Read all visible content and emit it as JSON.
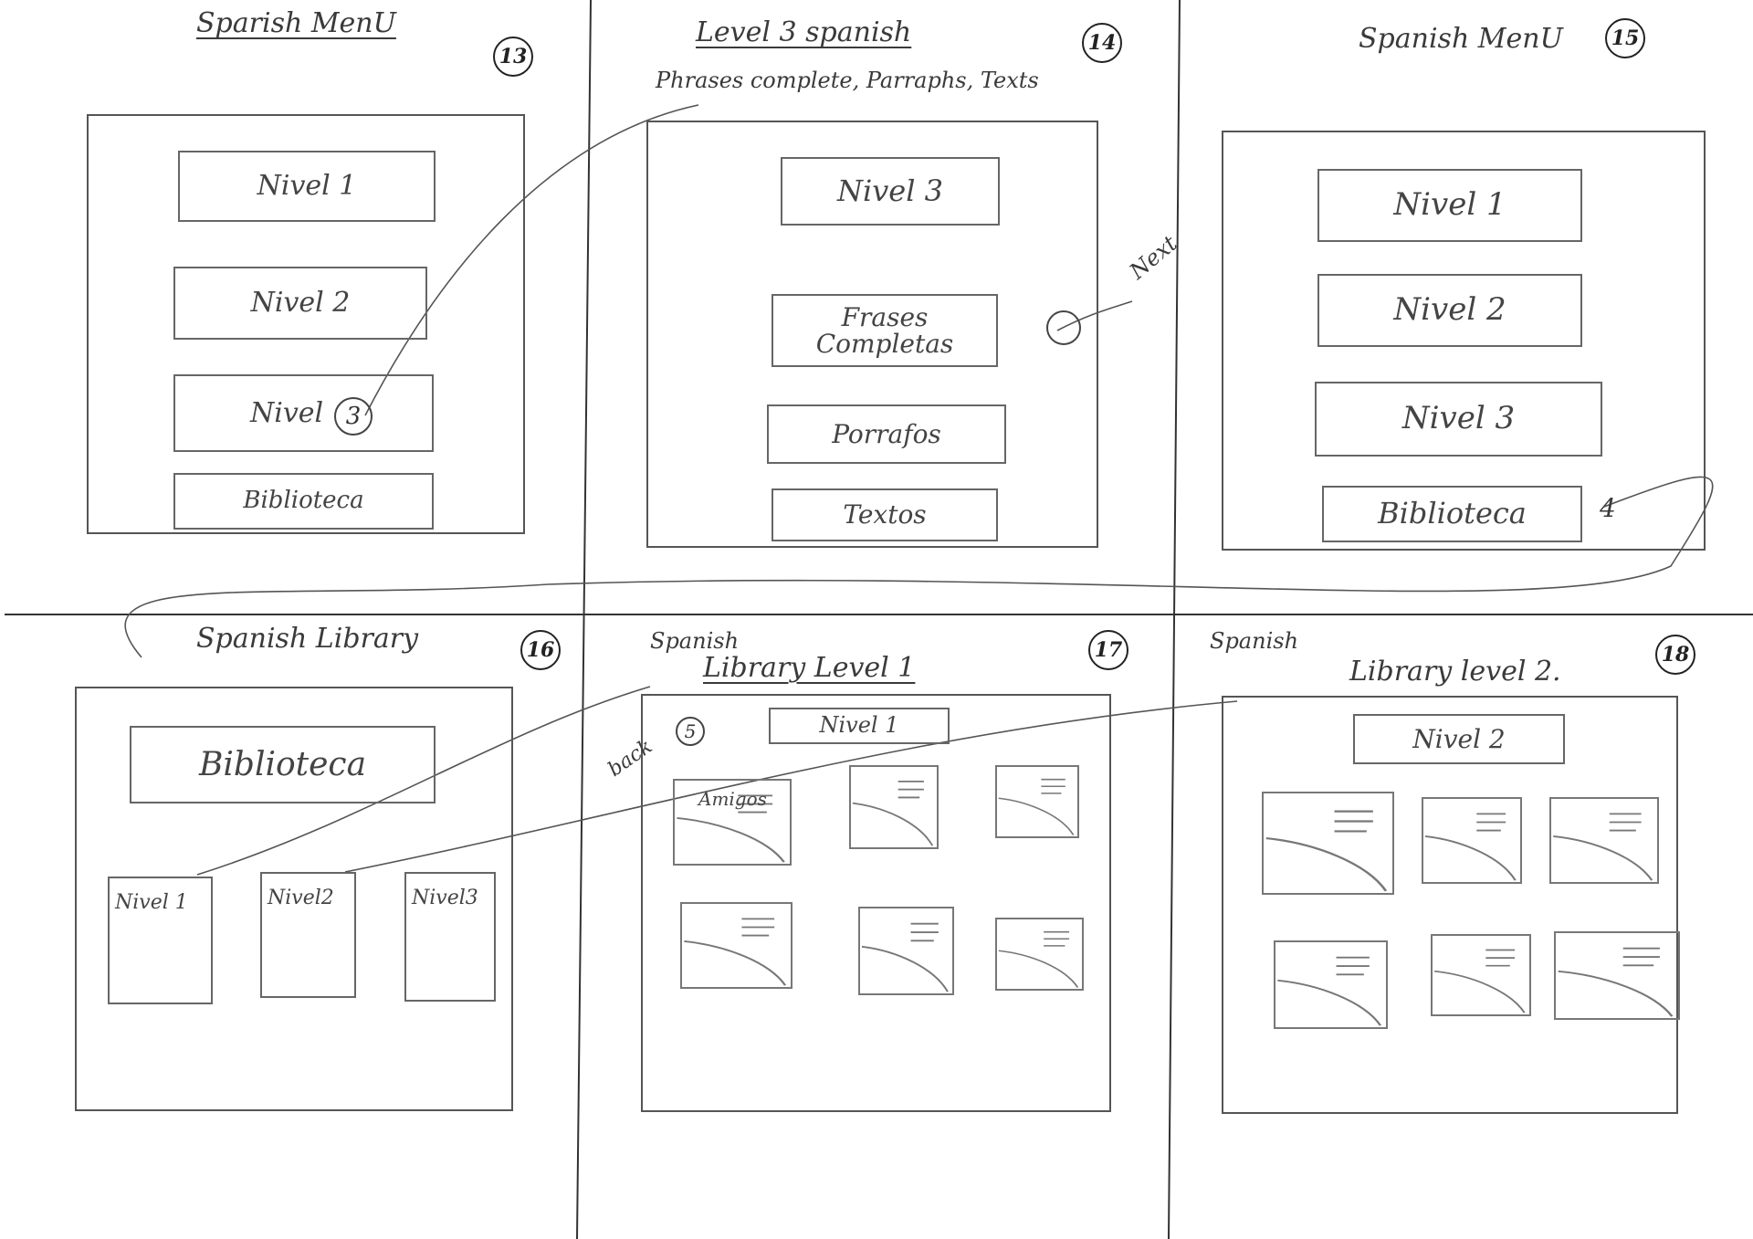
{
  "panels": {
    "p13": {
      "title": "Sparish MenU",
      "number": "13",
      "buttons": [
        "Nivel 1",
        "Nivel 2",
        "Nivel",
        "Biblioteca"
      ],
      "circled": "3"
    },
    "p14": {
      "title": "Level 3 spanish",
      "subtitle": "Phrases complete, Parraphs, Texts",
      "number": "14",
      "header": "Nivel 3",
      "buttons": [
        "Frases Completas",
        "Porrafos",
        "Textos"
      ],
      "next_label": "Next"
    },
    "p15": {
      "title": "Spanish MenU",
      "number": "15",
      "buttons": [
        "Nivel 1",
        "Nivel 2",
        "Nivel 3",
        "Biblioteca"
      ],
      "side_mark": "4"
    },
    "p16": {
      "title": "Spanish Library",
      "number": "16",
      "header": "Biblioteca",
      "shelves": [
        "Nivel 1",
        "Nivel2",
        "Nivel3"
      ]
    },
    "p17": {
      "title_top": "Spanish",
      "title": "Library Level 1",
      "number": "17",
      "header": "Nivel 1",
      "first_card_label": "Amigos",
      "back_label": "back",
      "back_mark": "5"
    },
    "p18": {
      "title_top": "Spanish",
      "title": "Library level 2.",
      "number": "18",
      "header": "Nivel 2"
    }
  }
}
